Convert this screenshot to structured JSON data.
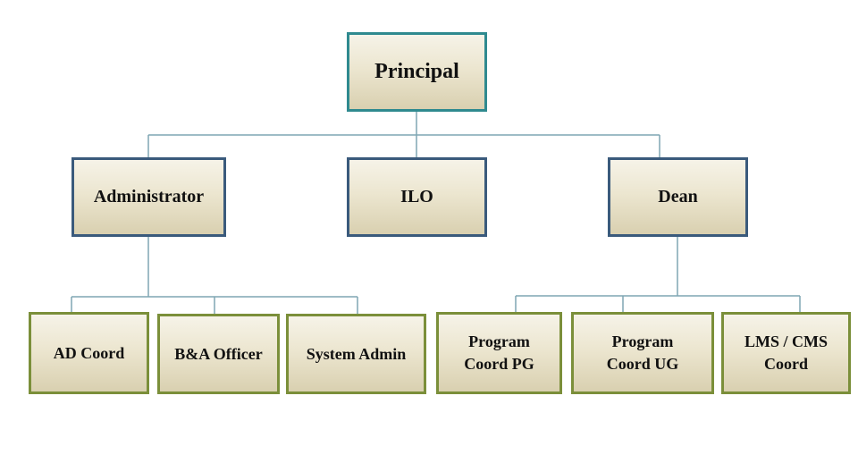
{
  "colors": {
    "connector": "#7fa6b3",
    "border_top": "#2f8a8f",
    "border_mid": "#3a5a7c",
    "border_leaf": "#7b8f3a"
  },
  "org_chart": {
    "root": "Principal",
    "level2": [
      "Administrator",
      "ILO",
      "Dean"
    ],
    "administrator_reports": [
      "AD Coord",
      "B&A Officer",
      "System Admin"
    ],
    "dean_reports": [
      "Program\nCoord  PG",
      "Program\nCoord  UG",
      "LMS / CMS\nCoord"
    ]
  }
}
